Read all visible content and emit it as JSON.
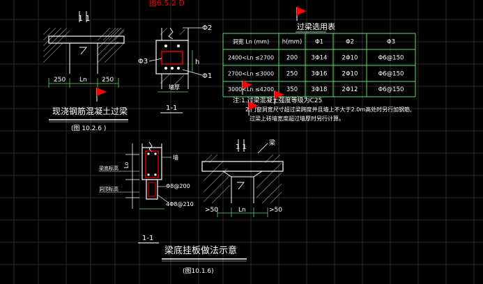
{
  "colors": {
    "background": "#000000",
    "grid": "#2c2c2c",
    "line": "#ffffff",
    "table": "#58e070",
    "dim": "#58e070",
    "hatch": "#808080",
    "red": "#ff0000",
    "yellow": "#ffff00",
    "cyan": "#00ffff",
    "flag": "#ff0000"
  },
  "top_cut_label": "图6.5.2 D",
  "fig1": {
    "section_marker": "1  1",
    "title": "现浇钢筋混凝土过梁",
    "subtitle": "(图 10.2.6 )",
    "dims": [
      "250",
      "Ln",
      "250"
    ]
  },
  "fig1_section": {
    "label_top": "Φ2",
    "label_left": "Φ3",
    "label_right": "Φ1",
    "label_h": "h",
    "label_b": "墙厚",
    "caption": "1-1"
  },
  "table": {
    "title": "过梁选用表",
    "headers": [
      "洞宽 Ln (mm)",
      "h(mm)",
      "Φ1",
      "Φ2",
      "Φ3"
    ],
    "rows": [
      [
        "2400<Ln ≤2700",
        "200",
        "3Φ14",
        "2Φ10",
        "Φ6@150"
      ],
      [
        "2700<Ln ≤3000",
        "250",
        "3Φ16",
        "2Φ10",
        "Φ6@150"
      ],
      [
        "3000<Ln ≤4200",
        "350",
        "3Φ18",
        "2Φ12",
        "Φ6@150"
      ]
    ]
  },
  "notes": [
    "注:1.过梁混凝土强度等级为C25",
    "2.门窗洞宽尺寸超过梁跨度并且墙上不大于2.0m高处时另行加钢筋,",
    "过梁上砖墙宽度超过墙厚时另行计算。"
  ],
  "fig2": {
    "labels_left": [
      "Lo",
      "梁底标高",
      "洞顶标高"
    ],
    "label_wall": "墙",
    "label_r1": "Φ8@200",
    "label_r2": "4Φ8@210",
    "caption": "1-1",
    "title": "梁底挂板做法示意",
    "subtitle": "(图10.1.6)"
  },
  "fig3": {
    "section_marker": "1  1",
    "label_beam": "梁",
    "dims": [
      ">50",
      "Ln",
      ">50"
    ]
  }
}
